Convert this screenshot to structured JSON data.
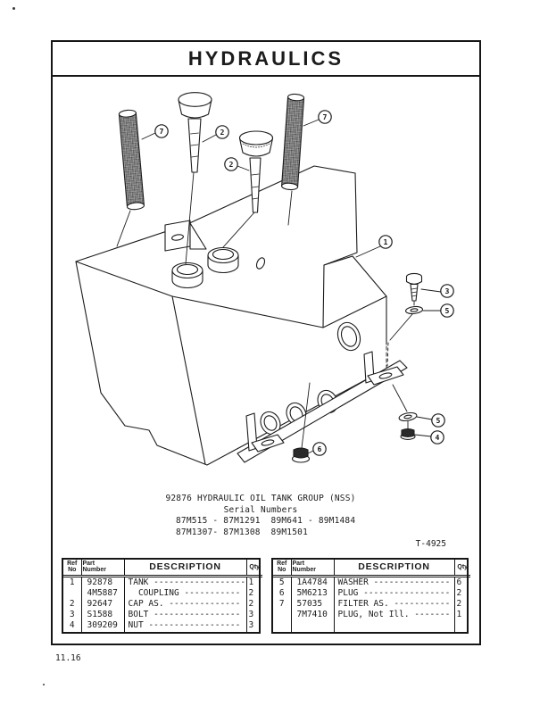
{
  "page": {
    "title": "HYDRAULICS",
    "page_number": "11.16",
    "plate_number": "T-4925"
  },
  "caption": {
    "line1": "92876 HYDRAULIC OIL TANK GROUP (NSS)",
    "line2": "Serial Numbers",
    "line3": "87M515 - 87M1291  89M641 - 89M1484",
    "line4": "87M1307- 87M1308  89M1501"
  },
  "diagram": {
    "description": "Exploded isometric line drawing of hydraulic oil tank with filters, caps, mounting hardware",
    "callouts": [
      {
        "label": "7"
      },
      {
        "label": "2"
      },
      {
        "label": "2"
      },
      {
        "label": "7"
      },
      {
        "label": "1"
      },
      {
        "label": "3"
      },
      {
        "label": "5"
      },
      {
        "label": "5"
      },
      {
        "label": "4"
      },
      {
        "label": "6"
      }
    ]
  },
  "tables": {
    "headers": {
      "ref": "Ref\nNo",
      "part": "Part\nNumber",
      "desc": "DESCRIPTION",
      "qty": "Qty"
    },
    "left": {
      "rows": [
        {
          "ref": "1",
          "part": "92878",
          "desc": "TANK ------------------",
          "qty": "1"
        },
        {
          "ref": "",
          "part": "4M5887",
          "desc": "  COUPLING -----------",
          "qty": "2"
        },
        {
          "ref": "2",
          "part": "92647",
          "desc": "CAP AS. --------------",
          "qty": "2"
        },
        {
          "ref": "3",
          "part": "S1588",
          "desc": "BOLT -----------------",
          "qty": "3"
        },
        {
          "ref": "4",
          "part": "309209",
          "desc": "NUT ------------------",
          "qty": "3"
        }
      ]
    },
    "right": {
      "rows": [
        {
          "ref": "5",
          "part": "1A4784",
          "desc": "WASHER ---------------",
          "qty": "6"
        },
        {
          "ref": "6",
          "part": "5M6213",
          "desc": "PLUG -----------------",
          "qty": "2"
        },
        {
          "ref": "7",
          "part": "57035",
          "desc": "FILTER AS. -----------",
          "qty": "2"
        },
        {
          "ref": "",
          "part": "7M7410",
          "desc": "PLUG, Not Ill. -------",
          "qty": "1"
        },
        {
          "ref": "",
          "part": "",
          "desc": "",
          "qty": ""
        }
      ]
    }
  },
  "colors": {
    "ink": "#1c1c1c",
    "paper": "#ffffff"
  }
}
